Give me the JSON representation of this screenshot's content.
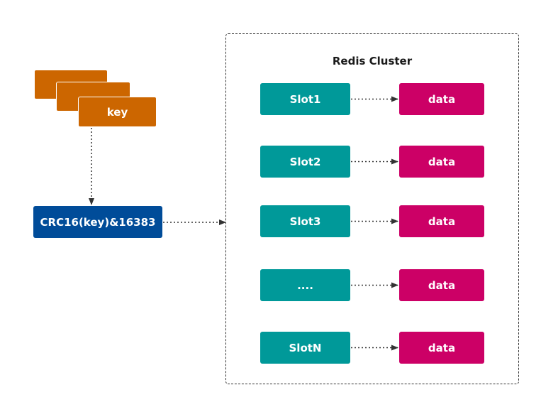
{
  "keys": {
    "front_label": "key"
  },
  "hash": {
    "label": "CRC16(key)&16383"
  },
  "cluster": {
    "title": "Redis Cluster",
    "rows": [
      {
        "slot": "Slot1",
        "data": "data"
      },
      {
        "slot": "Slot2",
        "data": "data"
      },
      {
        "slot": "Slot3",
        "data": "data"
      },
      {
        "slot": "....",
        "data": "data"
      },
      {
        "slot": "SlotN",
        "data": "data"
      }
    ]
  },
  "colors": {
    "key": "#cc6600",
    "hash": "#004c99",
    "slot": "#009999",
    "data": "#cc0066",
    "connector": "#333333"
  }
}
